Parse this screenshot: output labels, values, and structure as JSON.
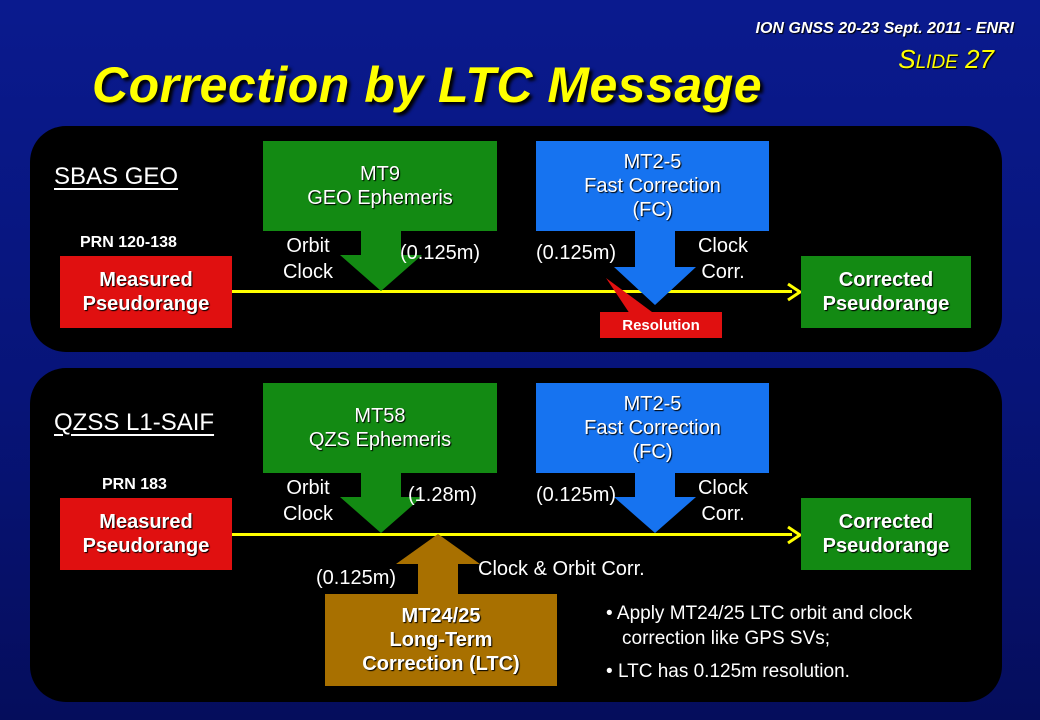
{
  "header": {
    "conference": "ION GNSS 20-23 Sept. 2011 - ENRI",
    "slide": "SLIDE 27",
    "title": "Correction by LTC Message"
  },
  "sbas": {
    "label": "SBAS GEO",
    "prn": "PRN 120-138",
    "measured": [
      "Measured",
      "Pseudorange"
    ],
    "mt9": [
      "MT9",
      "GEO Ephemeris"
    ],
    "mt25": [
      "MT2-5",
      "Fast Correction",
      "(FC)"
    ],
    "orbit_clock": [
      "Orbit",
      "Clock"
    ],
    "res1": "(0.125m)",
    "res2": "(0.125m)",
    "clock_corr": [
      "Clock",
      "Corr."
    ],
    "corrected": [
      "Corrected",
      "Pseudorange"
    ],
    "resolution": "Resolution"
  },
  "qzss": {
    "label": "QZSS L1-SAIF",
    "prn": "PRN 183",
    "measured": [
      "Measured",
      "Pseudorange"
    ],
    "mt58": [
      "MT58",
      "QZS Ephemeris"
    ],
    "mt25": [
      "MT2-5",
      "Fast Correction",
      "(FC)"
    ],
    "orbit_clock": [
      "Orbit",
      "Clock"
    ],
    "res1": "(1.28m)",
    "res2": "(0.125m)",
    "clock_corr": [
      "Clock",
      "Corr."
    ],
    "corrected": [
      "Corrected",
      "Pseudorange"
    ],
    "ltc_res": "(0.125m)",
    "clock_orbit": "Clock & Orbit Corr.",
    "ltc": [
      "MT24/25",
      "Long-Term",
      "Correction (LTC)"
    ],
    "bullets": [
      "Apply MT24/25 LTC orbit and clock correction like GPS SVs;",
      "LTC has 0.125m resolution."
    ]
  },
  "colors": {
    "background": "#0a1a8e",
    "title": "#ffff00",
    "panel": "#000000",
    "measured": "#e01010",
    "ephemeris": "#138a13",
    "fast_correction": "#1673f0",
    "ltc": "#a87000",
    "signal_line": "#ffff00"
  }
}
